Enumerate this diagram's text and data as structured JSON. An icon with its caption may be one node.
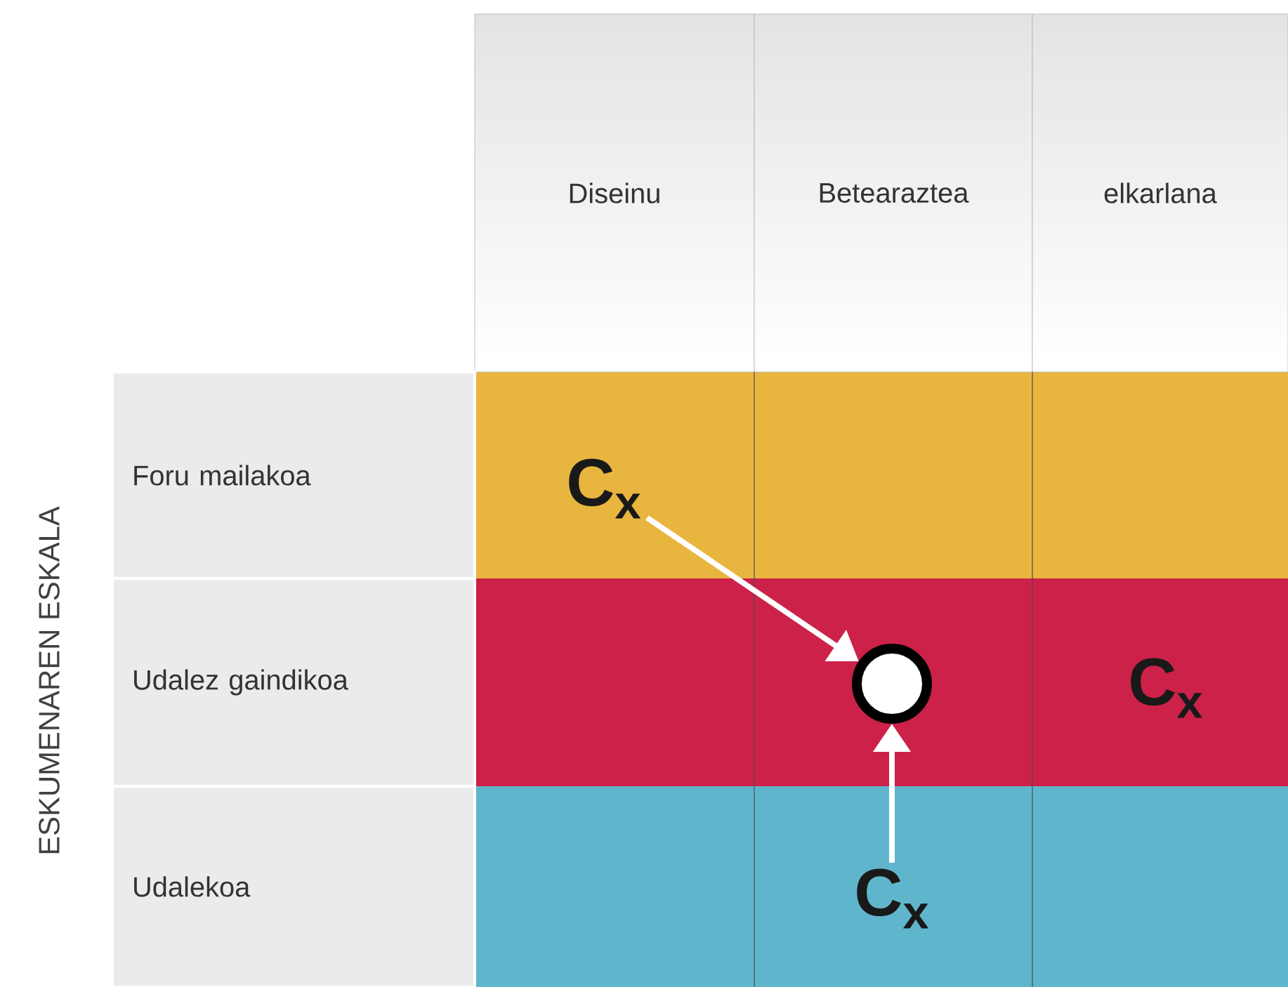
{
  "diagram": {
    "nodes": [
      {
        "text": [
          "C$_{x}$"
        ]
      },
      {
        "text": [],
        "shape": "circle"
      },
      {
        "text": [
          "C$_{x}$"
        ]
      }
    ],
    "edges": [
      {
        "from": 0,
        "to": 1,
        "arrow": "to"
      },
      {
        "from": 2,
        "to": 1,
        "arrow": "to"
      }
    ],
    "labels": [
      "ESKUMENAREN ESKALA",
      "Diseinu",
      "Betearaztea",
      "elkarlana",
      "Foru mailakoa",
      "Udalez gaindikoa",
      "Udalekoa",
      "C$_{x}$"
    ]
  }
}
